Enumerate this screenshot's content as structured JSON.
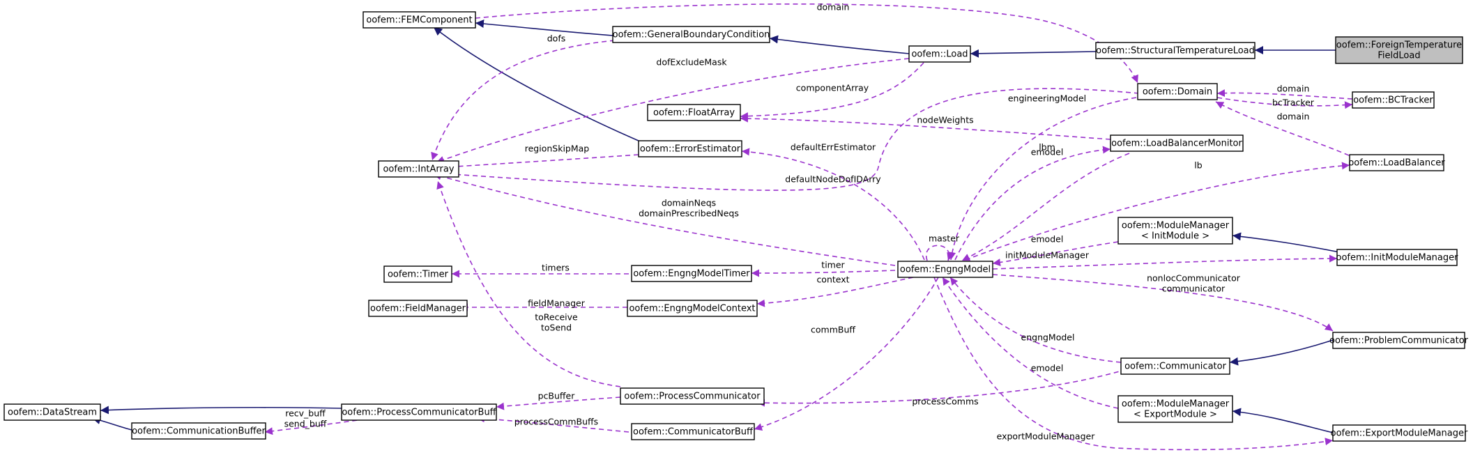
{
  "colors": {
    "inheritance_edge": "#191970",
    "usage_edge": "#9a32cd",
    "node_border": "#000000",
    "highlight_node_fill": "#bfbfbf"
  },
  "nodes": {
    "femcomponent": {
      "label": "oofem::FEMComponent"
    },
    "gbc": {
      "label": "oofem::GeneralBoundaryCondition"
    },
    "load": {
      "label": "oofem::Load"
    },
    "stl": {
      "label": "oofem::StructuralTemperatureLoad"
    },
    "foreign": {
      "label_line1": "oofem::ForeignTemperature",
      "label_line2": "FieldLoad"
    },
    "domain": {
      "label": "oofem::Domain"
    },
    "bctracker": {
      "label": "oofem::BCTracker"
    },
    "floatarray": {
      "label": "oofem::FloatArray"
    },
    "lbmonitor": {
      "label": "oofem::LoadBalancerMonitor"
    },
    "loadbalancer": {
      "label": "oofem::LoadBalancer"
    },
    "intarray": {
      "label": "oofem::IntArray"
    },
    "errest": {
      "label": "oofem::ErrorEstimator"
    },
    "mm_init": {
      "label_line1": "oofem::ModuleManager",
      "label_line2": "< InitModule >"
    },
    "initmm": {
      "label": "oofem::InitModuleManager"
    },
    "timer": {
      "label": "oofem::Timer"
    },
    "emtimer": {
      "label": "oofem::EngngModelTimer"
    },
    "engngmodel": {
      "label": "oofem::EngngModel"
    },
    "fieldmanager": {
      "label": "oofem::FieldManager"
    },
    "emcontext": {
      "label": "oofem::EngngModelContext"
    },
    "probcomm": {
      "label": "oofem::ProblemCommunicator"
    },
    "communicator": {
      "label": "oofem::Communicator"
    },
    "datastream": {
      "label": "oofem::DataStream"
    },
    "pcbuff": {
      "label": "oofem::ProcessCommunicatorBuff"
    },
    "proccomm": {
      "label": "oofem::ProcessCommunicator"
    },
    "mm_export": {
      "label_line1": "oofem::ModuleManager",
      "label_line2": "< ExportModule >"
    },
    "commbuffer": {
      "label": "oofem::CommunicationBuffer"
    },
    "commbuff": {
      "label": "oofem::CommunicatorBuff"
    },
    "exportmm": {
      "label": "oofem::ExportModuleManager"
    }
  },
  "edge_labels": {
    "domain_top": "domain",
    "dofs": "dofs",
    "dofExcludeMask": "dofExcludeMask",
    "componentArray": "componentArray",
    "engineeringModel": "engineeringModel",
    "bc_domain": "domain",
    "bcTracker": "bcTracker",
    "lb_domain": "domain",
    "nodeWeights": "nodeWeights",
    "regionSkipMap": "regionSkipMap",
    "defaultErrEstimator": "defaultErrEstimator",
    "lbm": "lbm",
    "lb": "lb",
    "defaultNodeDofIDArry": "defaultNodeDofIDArry",
    "emodel_lbm": "emodel",
    "domainNeqs": "domainNeqs",
    "domainPrescribedNeqs": "domainPrescribedNeqs",
    "master": "master",
    "emodel_mm": "emodel",
    "initModuleManager": "initModuleManager",
    "timers": "timers",
    "timer": "timer",
    "context": "context",
    "nonlocCommunicator": "nonlocCommunicator",
    "communicator": "communicator",
    "fieldManager": "fieldManager",
    "toReceive": "toReceive",
    "toSend": "toSend",
    "commBuff": "commBuff",
    "engngModel": "engngModel",
    "emodel_export": "emodel",
    "pcBuffer": "pcBuffer",
    "recv_buff": "recv_buff",
    "send_buff": "send_buff",
    "processComms": "processComms",
    "processCommBuffs": "processCommBuffs",
    "exportModuleManager": "exportModuleManager"
  }
}
